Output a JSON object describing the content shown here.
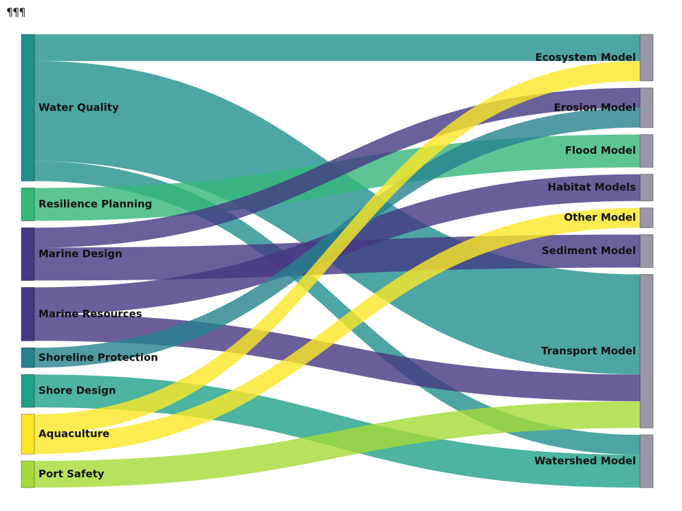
{
  "toolbar": {
    "glyph": "¶¶¶"
  },
  "chart_data": {
    "type": "sankey",
    "sources": [
      {
        "name": "Water Quality",
        "color": "#21908d"
      },
      {
        "name": "Resilience Planning",
        "color": "#35b779"
      },
      {
        "name": "Marine Design",
        "color": "#443983"
      },
      {
        "name": "Marine Resources",
        "color": "#453781"
      },
      {
        "name": "Shoreline Protection",
        "color": "#26828e"
      },
      {
        "name": "Shore Design",
        "color": "#1fa188"
      },
      {
        "name": "Aquaculture",
        "color": "#fde725"
      },
      {
        "name": "Port Safety",
        "color": "#a5db36"
      }
    ],
    "targets": [
      {
        "name": "Ecosystem Model",
        "color": "#9a98a8"
      },
      {
        "name": "Erosion Model",
        "color": "#9a98a8"
      },
      {
        "name": "Flood Model",
        "color": "#9a98a8"
      },
      {
        "name": "Habitat Models",
        "color": "#9a98a8"
      },
      {
        "name": "Other Model",
        "color": "#9a98a8"
      },
      {
        "name": "Sediment Model",
        "color": "#9a98a8"
      },
      {
        "name": "Transport Model",
        "color": "#9a98a8"
      },
      {
        "name": "Watershed Model",
        "color": "#9a98a8"
      }
    ],
    "links": [
      {
        "source": "Water Quality",
        "target": "Ecosystem Model",
        "value": 39
      },
      {
        "source": "Water Quality",
        "target": "Transport Model",
        "value": 146
      },
      {
        "source": "Water Quality",
        "target": "Watershed Model",
        "value": 29
      },
      {
        "source": "Resilience Planning",
        "target": "Flood Model",
        "value": 48
      },
      {
        "source": "Marine Design",
        "target": "Erosion Model",
        "value": 29
      },
      {
        "source": "Marine Design",
        "target": "Sediment Model",
        "value": 48
      },
      {
        "source": "Marine Resources",
        "target": "Habitat Models",
        "value": 39
      },
      {
        "source": "Marine Resources",
        "target": "Transport Model",
        "value": 39
      },
      {
        "source": "Shoreline Protection",
        "target": "Erosion Model",
        "value": 29
      },
      {
        "source": "Shore Design",
        "target": "Watershed Model",
        "value": 48
      },
      {
        "source": "Aquaculture",
        "target": "Ecosystem Model",
        "value": 29
      },
      {
        "source": "Aquaculture",
        "target": "Other Model",
        "value": 29
      },
      {
        "source": "Port Safety",
        "target": "Transport Model",
        "value": 39
      }
    ]
  }
}
